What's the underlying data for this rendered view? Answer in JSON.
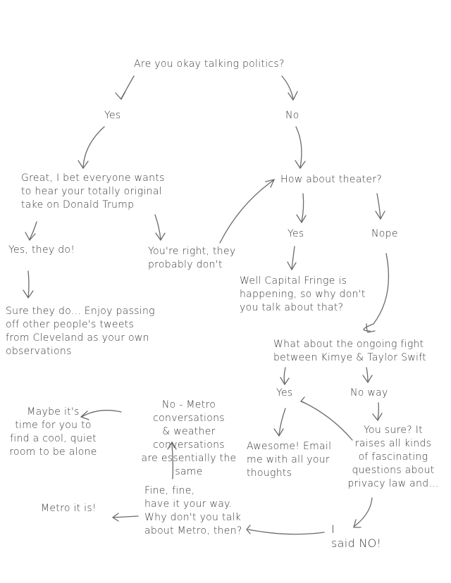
{
  "nodes": {
    "q_politics": "Are you okay talking politics?",
    "politics_yes": "Yes",
    "politics_no": "No",
    "trump_take": "Great, I bet everyone wants\nto hear your totally original\ntake on Donald Trump",
    "theater_q": "How about theater?",
    "yes_they_do": "Yes, they do!",
    "youre_right": "You're right, they\nprobably don't",
    "theater_yes": "Yes",
    "theater_nope": "Nope",
    "sure_they_do": "Sure they do... Enjoy passing\noff other people's tweets\nfrom Cleveland as your own\nobservations",
    "capital_fringe": "Well Capital Fringe is\nhappening, so why don't\nyou talk about that?",
    "kimye_q": "What about the ongoing fight\nbetween Kimye & Taylor Swift",
    "kimye_yes": "Yes",
    "kimye_no_way": "No way",
    "maybe_alone": "Maybe it's\ntime for you to\nfind a cool, quiet\nroom to be alone",
    "no_metro": "No - Metro conversations\n& weather conversations\nare essentially the\nsame",
    "awesome_email": "Awesome! Email\nme with all your\nthoughts",
    "you_sure": "You sure? It\nraises all kinds\nof fascinating\nquestions about\nprivacy law and...",
    "fine_metro": "Fine, fine,\nhave it your way.\nWhy don't you talk\nabout Metro, then?",
    "metro_it_is": "Metro it is!",
    "said_no": "I\nsaid NO!"
  }
}
